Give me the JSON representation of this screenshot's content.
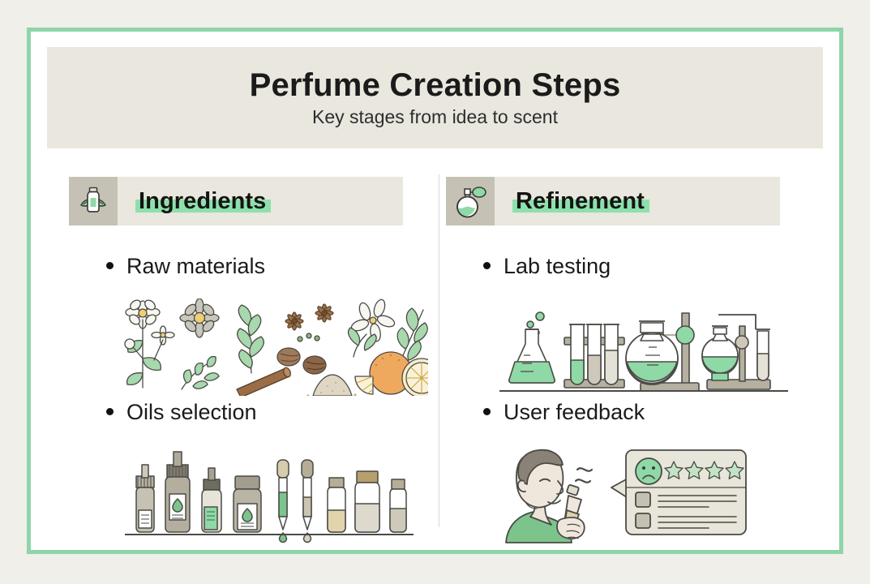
{
  "palette": {
    "page_background": "#f0efea",
    "card_border_green": "#8ed5a9",
    "card_background": "#ffffff",
    "band_background": "#e9e7de",
    "icon_box_background": "#c5c2b5",
    "highlight_green": "#8ee0ab",
    "text_dark": "#1b1b1b",
    "divider": "#d9d7cf",
    "accent_green_fill": "#8ed9a6",
    "outline_gray": "#4a4a46"
  },
  "header": {
    "title": "Perfume Creation Steps",
    "subtitle": "Key stages from idea to scent"
  },
  "columns": [
    {
      "id": "ingredients",
      "heading": "Ingredients",
      "icon": "bottle-with-leaves-icon",
      "items": [
        {
          "label": "Raw materials",
          "illustration": "botanicals-spices-citrus-illustration",
          "illustration_parts": [
            "daisy-flower",
            "gray-daisy-flower",
            "herb-sprig",
            "star-anise",
            "peppercorns",
            "nutmeg",
            "jasmine-flower",
            "leaf-sprig",
            "cinnamon-stick",
            "spice-powder-pile",
            "orange-fruit",
            "orange-slice"
          ]
        },
        {
          "label": "Oils selection",
          "illustration": "essential-oil-bottles-illustration",
          "illustration_parts": [
            "dropper-bottle-small",
            "dropper-bottle-large",
            "dropper-bottle-green",
            "labeled-oil-bottle",
            "glass-pipette-green",
            "glass-pipette-tan",
            "vial-amber",
            "vial-clear-large",
            "vial-slim"
          ]
        }
      ]
    },
    {
      "id": "refinement",
      "heading": "Refinement",
      "icon": "perfume-atomizer-icon",
      "items": [
        {
          "label": "Lab testing",
          "illustration": "laboratory-glassware-illustration",
          "illustration_parts": [
            "erlenmeyer-flask",
            "bubbles",
            "test-tube-rack",
            "test-tube-green",
            "test-tube-tan",
            "test-tube-empty",
            "round-bottom-flask",
            "retort-stand",
            "distillation-setup",
            "burner"
          ]
        },
        {
          "label": "User feedback",
          "illustration": "user-smelling-perfume-with-review-card-illustration",
          "illustration_parts": [
            "person-face",
            "scent-waves",
            "perfume-sample-vial",
            "review-card",
            "sad-face-emoji",
            "star-rating",
            "review-text-lines"
          ],
          "review_card": {
            "rating_stars": 4,
            "face_icon": "frowning-face-icon",
            "text_line_groups": 2
          }
        }
      ]
    }
  ]
}
